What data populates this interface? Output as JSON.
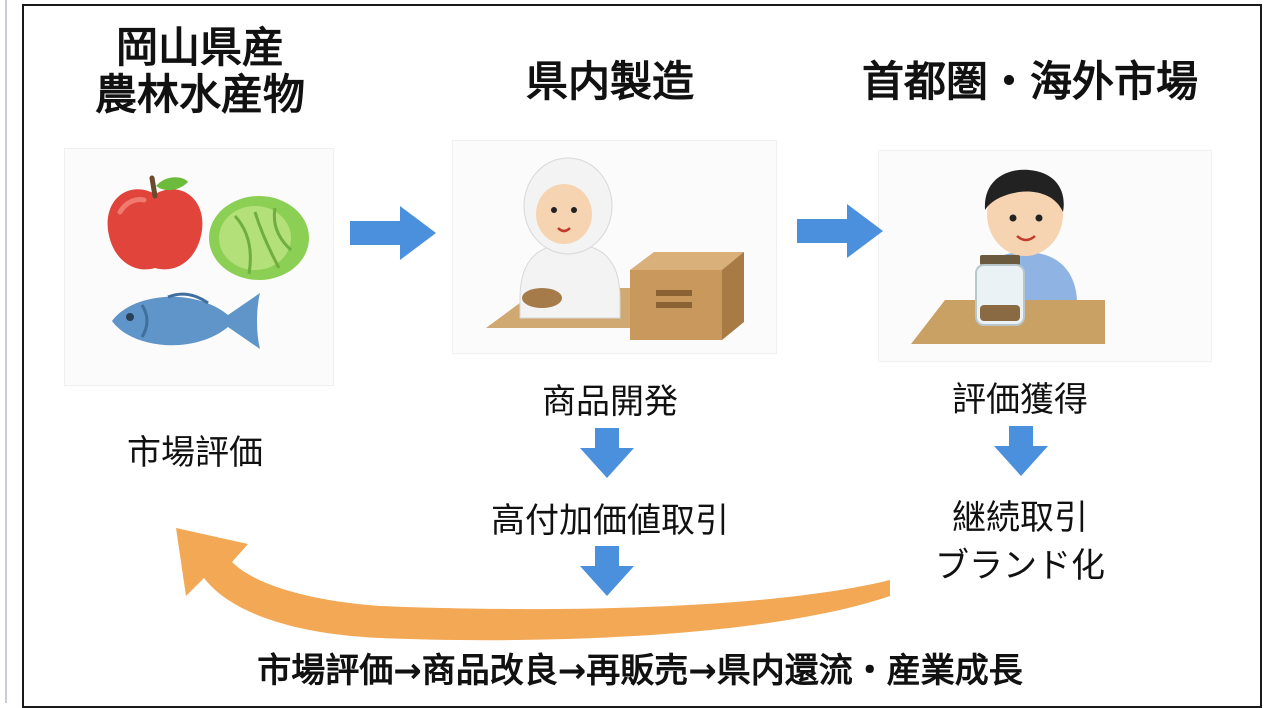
{
  "titles": {
    "source_line1": "岡山県産",
    "source_line2": "農林水産物",
    "manufacturing": "県内製造",
    "market": "首都圏・海外市場"
  },
  "labels": {
    "market_eval": "市場評価",
    "product_dev": "商品開発",
    "high_value": "高付加価値取引",
    "recognition": "評価獲得",
    "continuous_line1": "継続取引",
    "continuous_line2": "ブランド化"
  },
  "footer": "市場評価→商品改良→再販売→県内還流・産業成長",
  "colors": {
    "blue_arrow": "#4a90dc",
    "orange_arrow": "#f2a855",
    "frame": "#1a1a1a"
  },
  "icons": [
    "apple-icon",
    "lettuce-icon",
    "fish-icon",
    "food-worker-icon",
    "cardboard-box-icon",
    "customer-icon",
    "glass-jar-icon"
  ]
}
